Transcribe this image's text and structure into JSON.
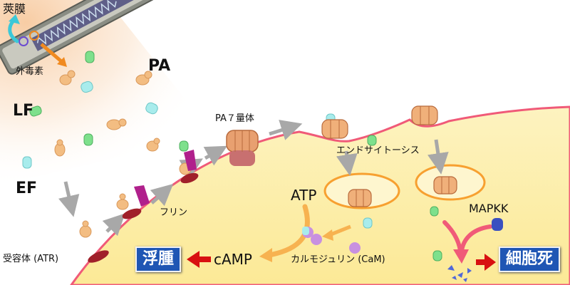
{
  "labels": {
    "capsule": "莢膜",
    "exotoxin": "外毒素",
    "pa": "PA",
    "lf": "LF",
    "ef": "EF",
    "receptor": "受容体 (ATR)",
    "furin": "フリン",
    "pa7": "PA７量体",
    "endocytosis": "エンドサイトーシス",
    "atp": "ATP",
    "camp": "cAMP",
    "calmodulin": "カルモジュリン (CaM)",
    "mapkk": "MAPKK"
  },
  "outcomes": {
    "edema": "浮腫",
    "cell_death": "細胞死"
  },
  "colors": {
    "cell_fill": "#fdf0a8",
    "membrane": "#f05a78",
    "toxin_tan": "#f3bd82",
    "lf_green": "#7ee08c",
    "ef_cyan": "#a8ecec",
    "receptor": "#a0202a",
    "furin": "#b0208c",
    "camodulin": "#c890e0",
    "mapkk": "#3a50c0",
    "arrow_gray": "#a8a8a8",
    "arrow_orange": "#f7b250",
    "arrow_pink": "#f05a78",
    "arrow_red": "#d81010",
    "box_blue": "#1f56b4"
  }
}
